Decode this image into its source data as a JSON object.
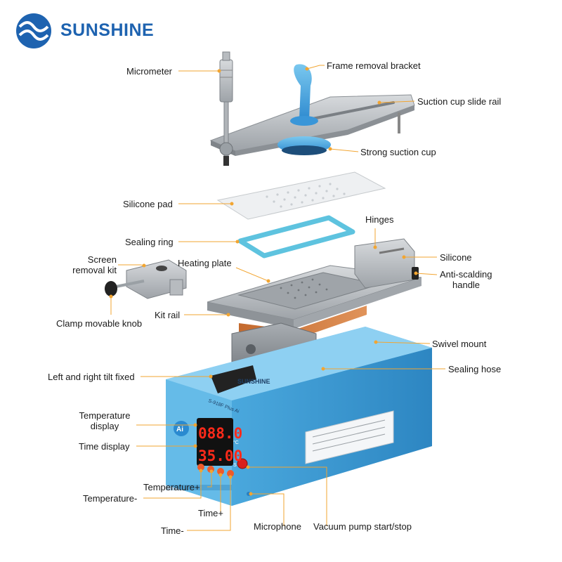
{
  "brand": {
    "name": "SUNSHINE",
    "color": "#1e63b0"
  },
  "device": {
    "body_logo": "SUNSHINE",
    "model": "S-918F Plus Ai",
    "ai_badge": "Ai",
    "temp_reading": "088.0",
    "time_reading": "35.00",
    "temp_unit": "°C",
    "time_unit": "S"
  },
  "labels": {
    "micrometer": "Micrometer",
    "frame_removal_bracket": "Frame removal bracket",
    "suction_cup_slide_rail": "Suction cup slide rail",
    "strong_suction_cup": "Strong suction cup",
    "silicone_pad": "Silicone pad",
    "hinges": "Hinges",
    "sealing_ring": "Sealing ring",
    "silicone": "Silicone",
    "screen_removal_kit_1": "Screen",
    "screen_removal_kit_2": "removal kit",
    "heating_plate": "Heating plate",
    "anti_scalding_1": "Anti-scalding",
    "anti_scalding_2": "handle",
    "clamp_movable_knob": "Clamp movable knob",
    "kit_rail": "Kit rail",
    "swivel_mount": "Swivel mount",
    "sealing_hose": "Sealing hose",
    "left_right_tilt": "Left and right tilt fixed",
    "temperature_display_1": "Temperature",
    "temperature_display_2": "display",
    "time_display": "Time display",
    "temperature_plus": "Temperature+",
    "temperature_minus": "Temperature-",
    "time_plus": "Time+",
    "time_minus": "Time-",
    "microphone": "Microphone",
    "vacuum_pump": "Vacuum pump start/stop"
  },
  "colors": {
    "leader": "#f2a531",
    "dot": "#f2a531",
    "device_blue": "#5fb4e3",
    "accent_blue": "#3b8fd0"
  }
}
